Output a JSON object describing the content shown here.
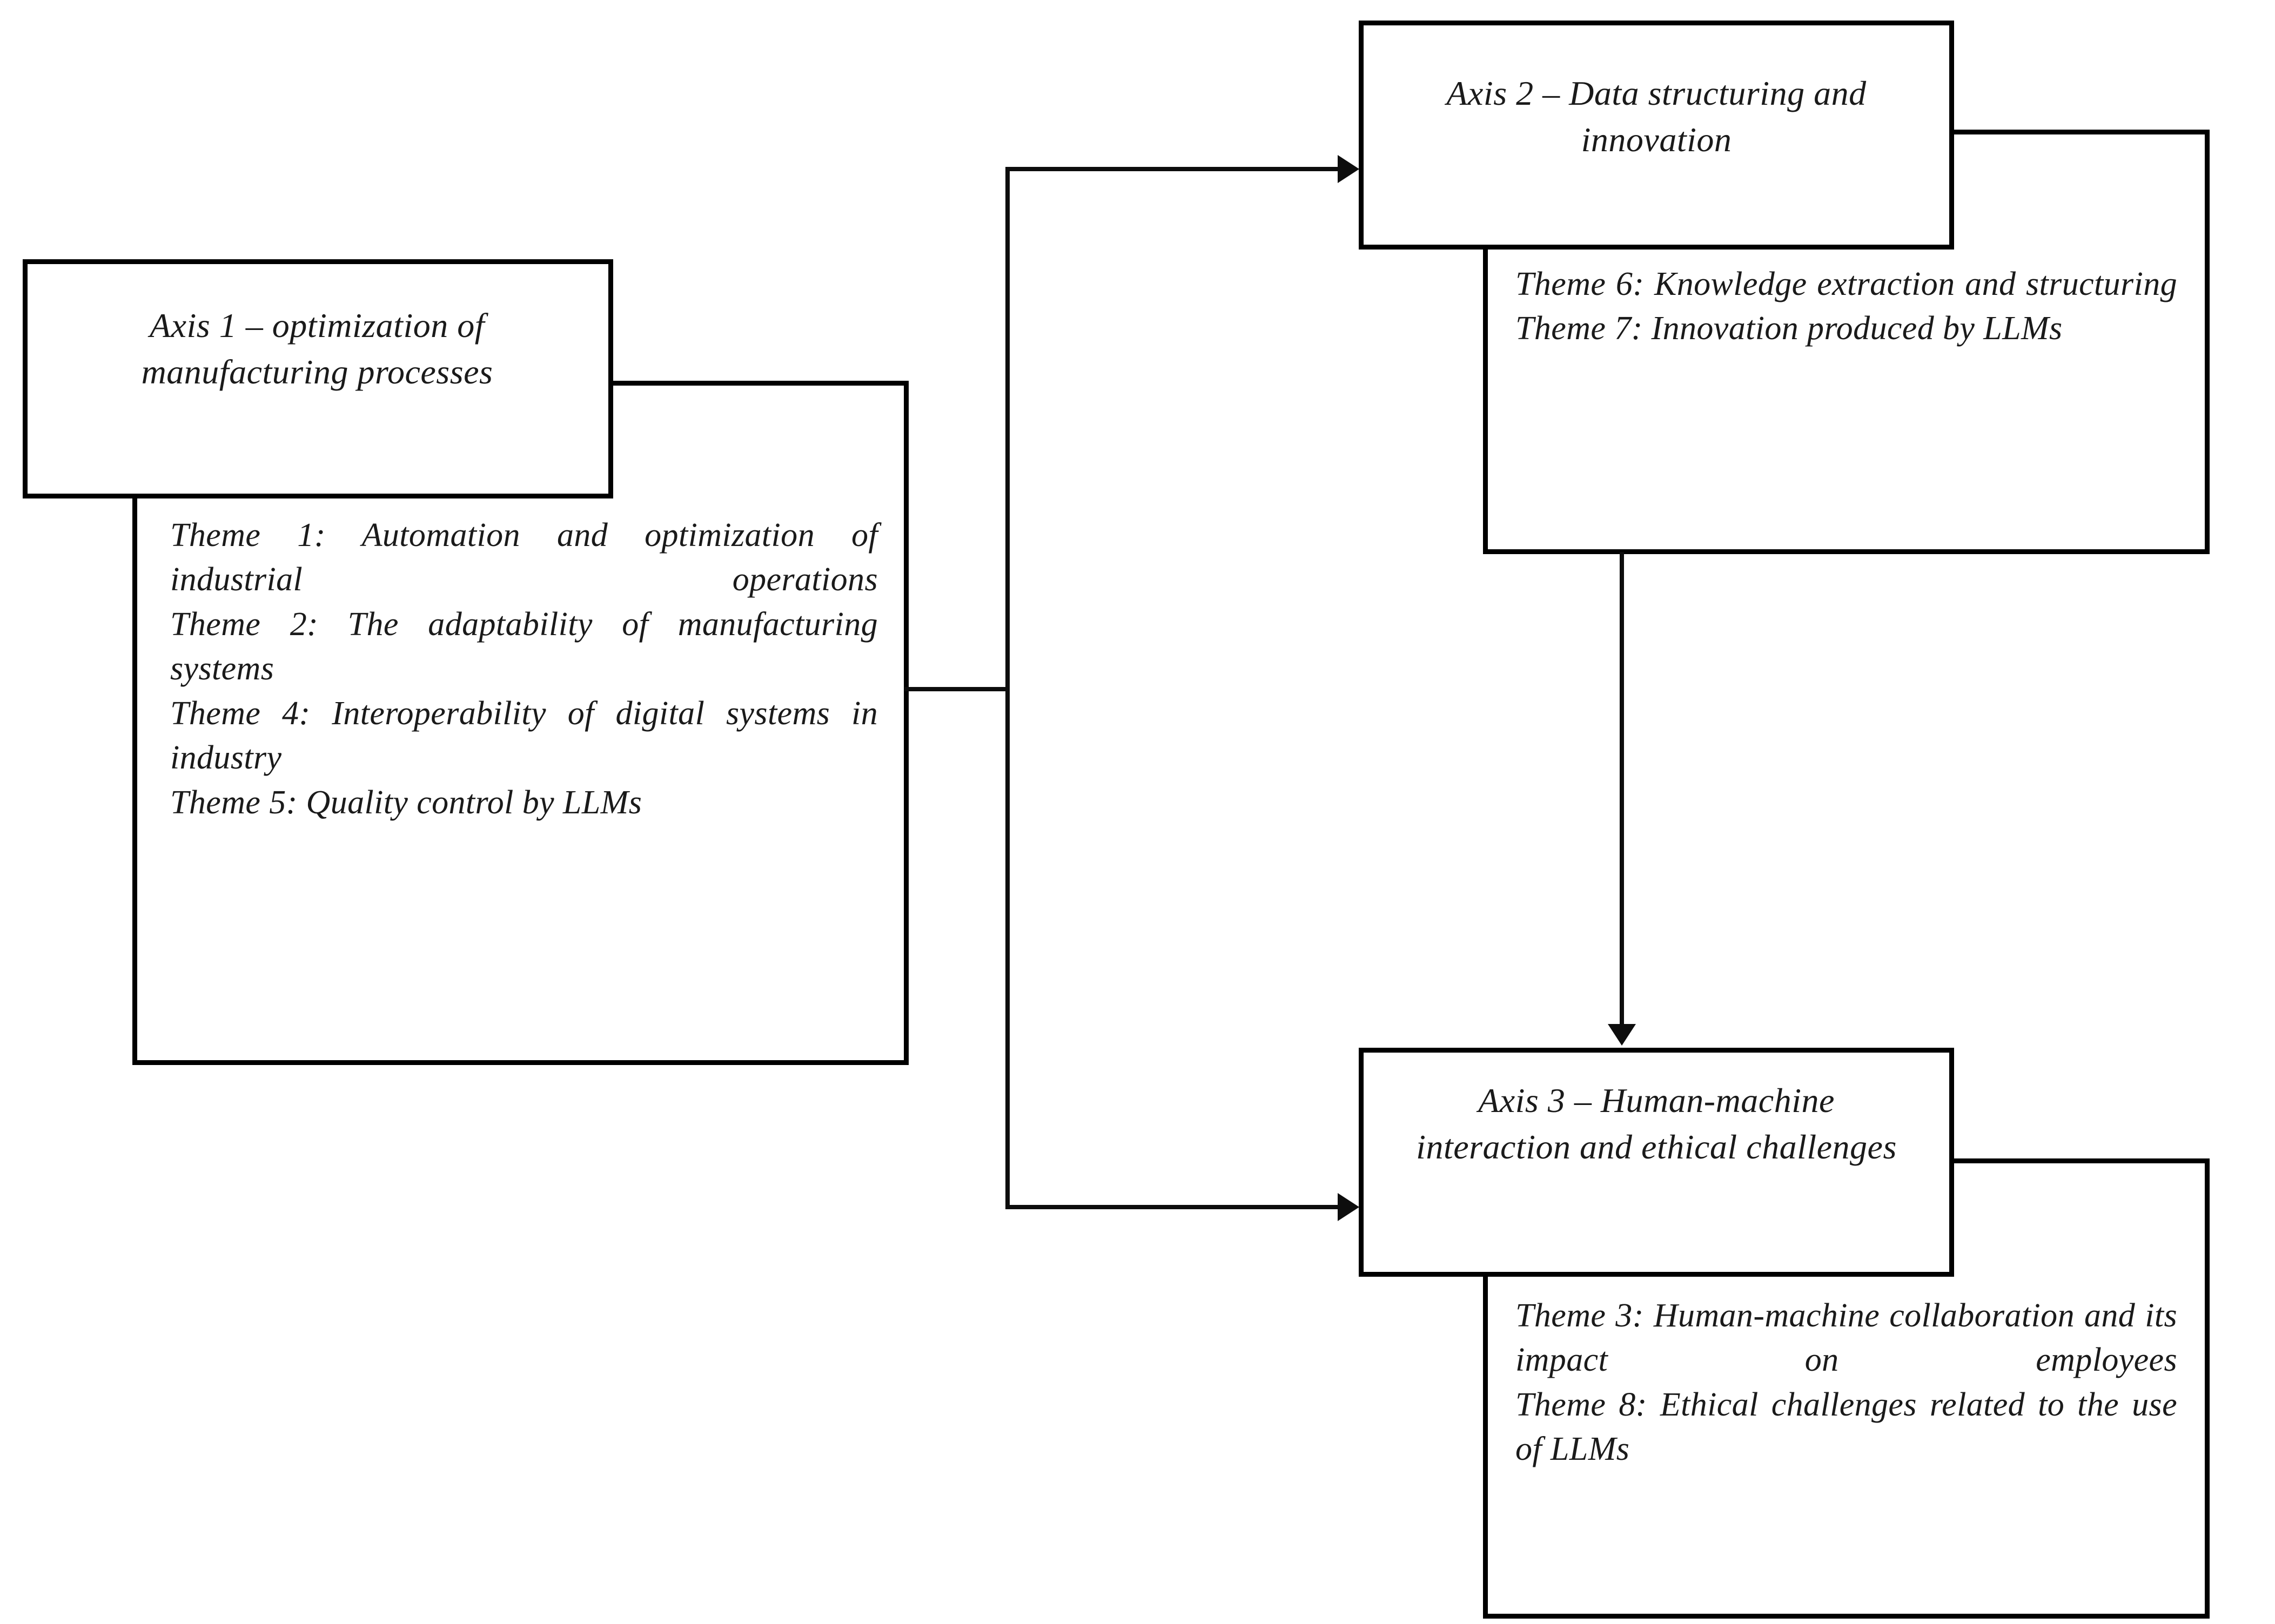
{
  "diagram": {
    "type": "block-flow-diagram",
    "background_color": "#ffffff",
    "line_color": "#0d0d0d",
    "text_color": "#1a1a1a",
    "axes": [
      {
        "id": "axis-1",
        "title": "Axis 1 – optimization of manufacturing processes",
        "themes": [
          "Theme 1: Automation and optimization of industrial operations",
          "Theme 2: The adaptability of manufacturing systems",
          "Theme 4: Interoperability of digital systems in industry",
          "Theme 5: Quality control by LLMs"
        ]
      },
      {
        "id": "axis-2",
        "title": "Axis 2 – Data structuring and innovation",
        "themes": [
          "Theme 6: Knowledge extraction and structuring",
          "Theme 7: Innovation produced by LLMs"
        ]
      },
      {
        "id": "axis-3",
        "title": "Axis 3 – Human-machine interaction and ethical challenges",
        "themes": [
          "Theme 3: Human-machine collaboration and its impact on employees",
          "Theme 8: Ethical challenges related to the use of LLMs"
        ]
      }
    ],
    "connectors": [
      {
        "id": "axis1-to-axis2",
        "from": "axis-1",
        "to": "axis-2",
        "style": "elbow-arrow"
      },
      {
        "id": "axis1-to-axis3",
        "from": "axis-1",
        "to": "axis-3",
        "style": "elbow-arrow"
      },
      {
        "id": "axis2-to-axis3",
        "from": "axis-2",
        "to": "axis-3",
        "style": "vertical-arrow"
      }
    ]
  }
}
